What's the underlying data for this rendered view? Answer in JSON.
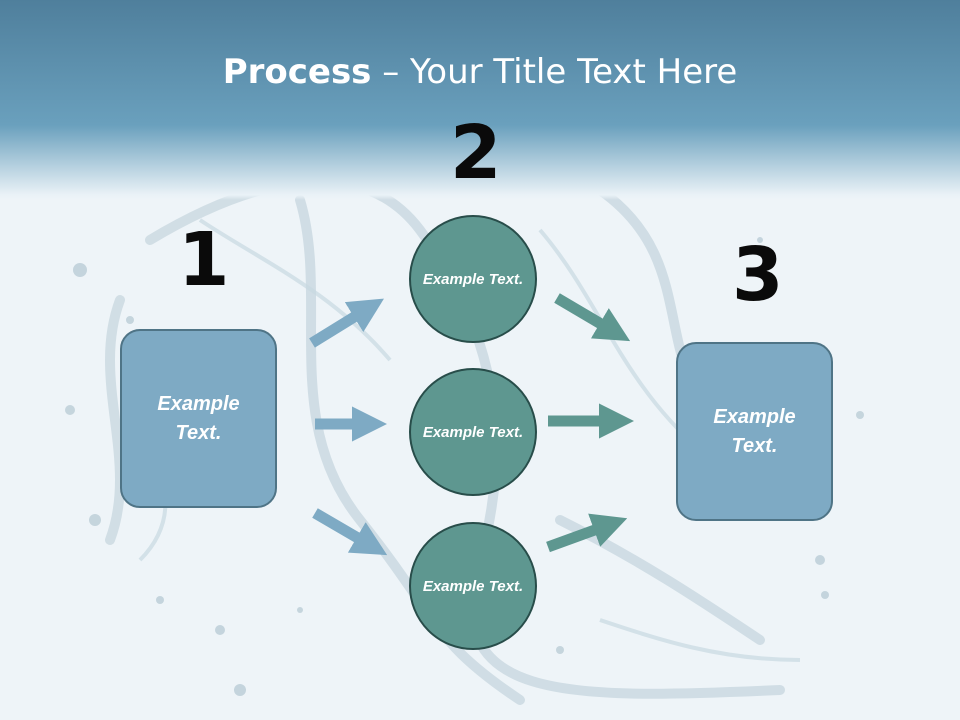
{
  "slide": {
    "title_bold": "Process",
    "title_rest": " – Your Title Text Here"
  },
  "steps": {
    "step1": {
      "number": "1",
      "text": "Example Text."
    },
    "step2": {
      "number": "2",
      "circles": [
        "Example Text.",
        "Example Text.",
        "Example Text."
      ]
    },
    "step3": {
      "number": "3",
      "text": "Example Text."
    }
  },
  "colors": {
    "header": "#5c91b1",
    "box_fill": "#7eaac4",
    "circle_fill": "#5e9790",
    "left_arrow": "#7eaac4",
    "right_arrow": "#5e9790"
  }
}
